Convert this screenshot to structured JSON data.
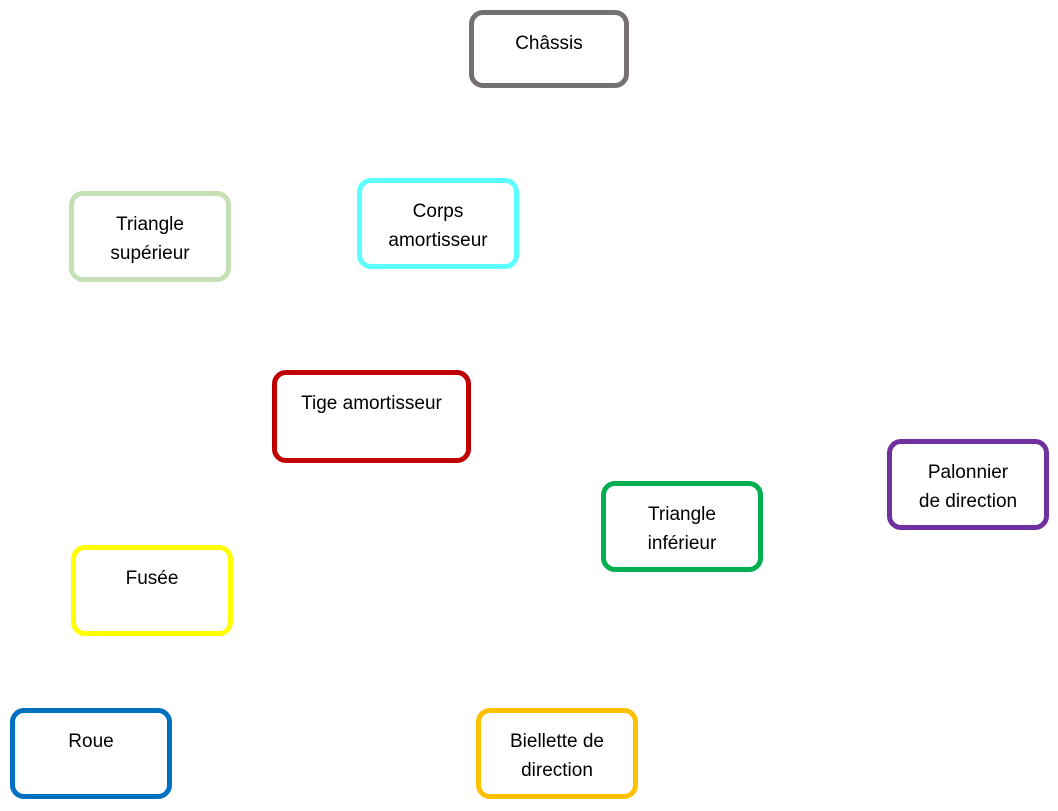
{
  "nodes": [
    {
      "id": "n-chassis",
      "label": "Châssis",
      "color": "#767171"
    },
    {
      "id": "n-tri-sup",
      "label": "Triangle\nsupérieur",
      "color": "#C5E0B4"
    },
    {
      "id": "n-corps",
      "label": "Corps\namortisseur",
      "color": "#5CFFFF"
    },
    {
      "id": "n-tige",
      "label": "Tige amortisseur",
      "color": "#C00000"
    },
    {
      "id": "n-palonnier",
      "label": "Palonnier\nde direction",
      "color": "#7030A0"
    },
    {
      "id": "n-tri-inf",
      "label": "Triangle\ninférieur",
      "color": "#00B050"
    },
    {
      "id": "n-fusee",
      "label": "Fusée",
      "color": "#FFFF00"
    },
    {
      "id": "n-roue",
      "label": "Roue",
      "color": "#0070C0"
    },
    {
      "id": "n-biellette",
      "label": "Biellette de\ndirection",
      "color": "#FFC000"
    }
  ]
}
